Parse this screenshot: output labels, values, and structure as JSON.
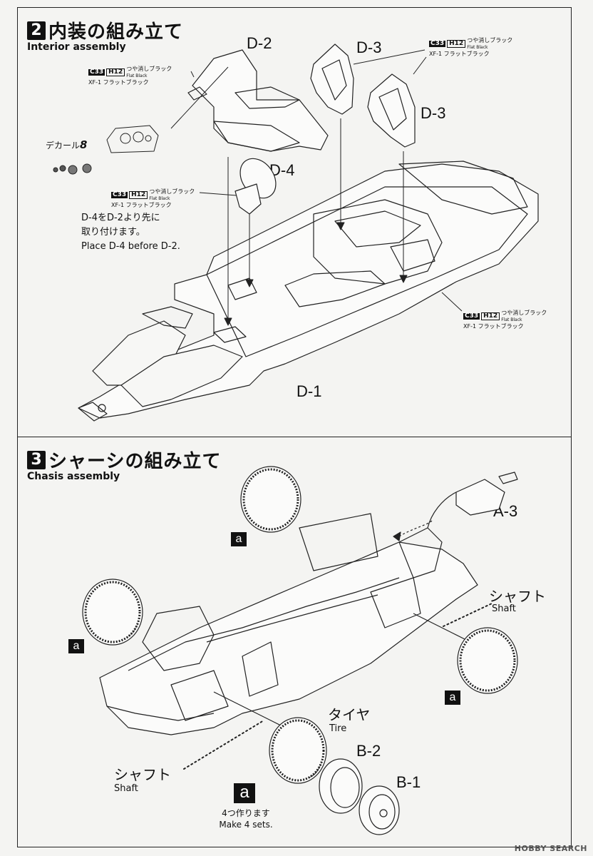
{
  "section2": {
    "number": "2",
    "title_jp": "内装の組み立て",
    "title_en": "Interior assembly",
    "parts": {
      "d2": "D-2",
      "d3_top": "D-3",
      "d3_right": "D-3",
      "d4": "D-4",
      "d1": "D-1"
    },
    "paint": {
      "code_c": "C33",
      "code_h": "H12",
      "jp": "つや消しブラック",
      "en": "Flat Black",
      "xf": "XF-1 フラットブラック"
    },
    "decal_label": "デカール",
    "decal_number": "8",
    "note_jp_1": "D-4をD-2より先に",
    "note_jp_2": "取り付けます。",
    "note_en": "Place D-4 before D-2."
  },
  "section3": {
    "number": "3",
    "title_jp": "シャーシの組み立て",
    "title_en": "Chasis assembly",
    "part_a3": "A-3",
    "wheel_marker": "a",
    "shaft_jp": "シャフト",
    "shaft_en": "Shaft",
    "tire_jp": "タイヤ",
    "tire_en": "Tire",
    "part_b2": "B-2",
    "part_b1": "B-1",
    "make_jp": "4つ作ります",
    "make_en": "Make 4 sets."
  },
  "watermark": "HOBBY SEARCH"
}
